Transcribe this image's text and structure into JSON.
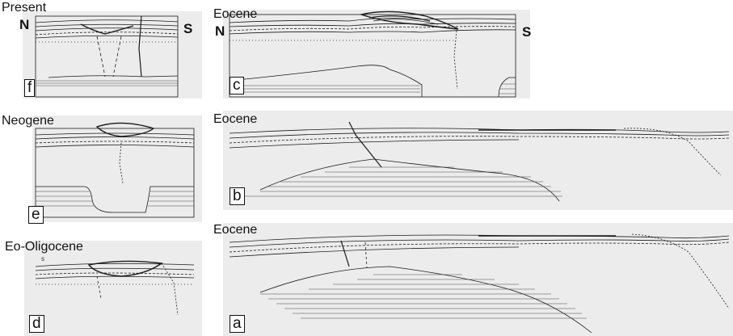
{
  "panels": {
    "f": {
      "letter": "f",
      "period": "Present",
      "north": "N",
      "south": "S"
    },
    "c": {
      "letter": "c",
      "period": "Eocene",
      "north": "N",
      "south": "S"
    },
    "e": {
      "letter": "e",
      "period": "Neogene"
    },
    "b": {
      "letter": "b",
      "period": "Eocene"
    },
    "d": {
      "letter": "d",
      "period": "Eo-Oligocene",
      "marker": "s"
    },
    "a": {
      "letter": "a",
      "period": "Eocene"
    }
  },
  "colors": {
    "panel_background": "#ececec",
    "ink": "#1a1a1a",
    "hatch": "#444444"
  }
}
